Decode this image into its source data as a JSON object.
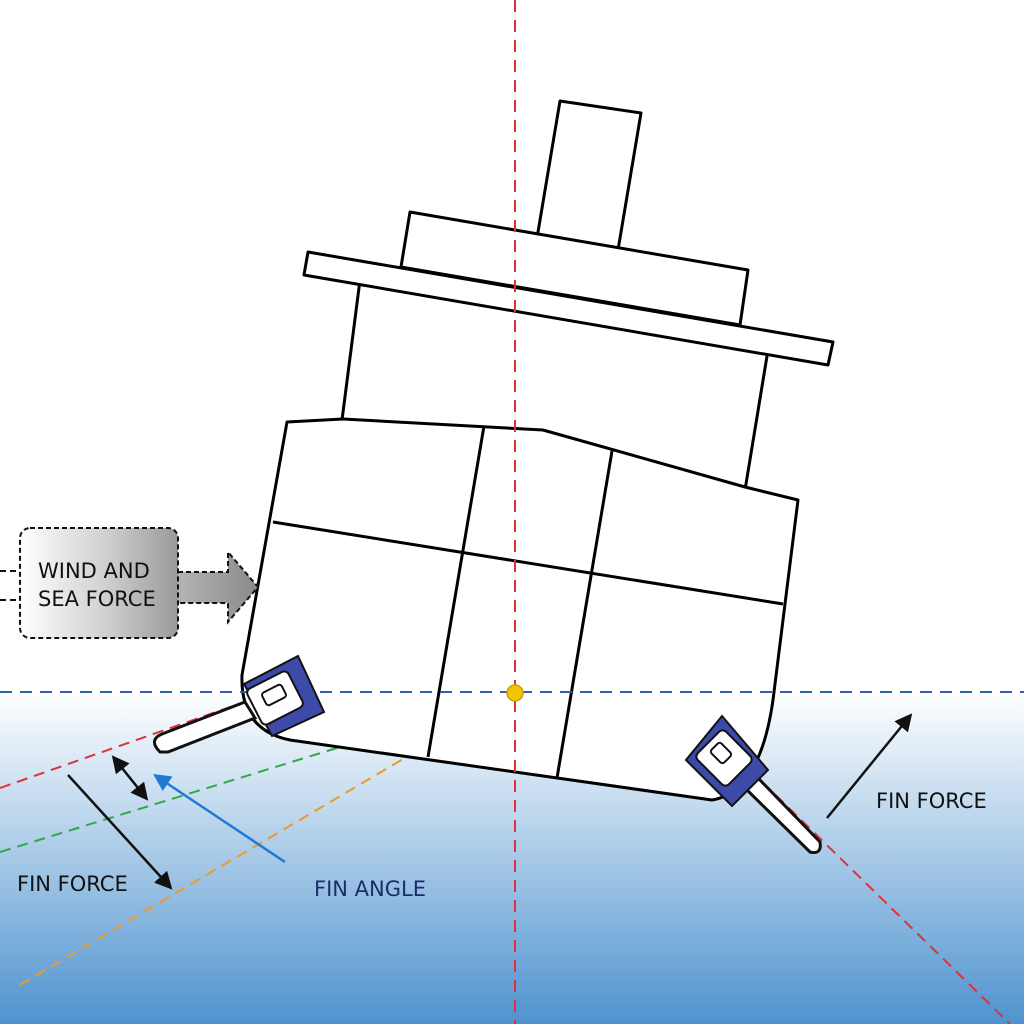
{
  "labels": {
    "wind_line1": "WIND AND",
    "wind_line2": "SEA FORCE",
    "fin_force_left": "FIN FORCE",
    "fin_angle": "FIN ANGLE",
    "fin_force_right": "FIN FORCE"
  },
  "colors": {
    "water_top": "#ffffff",
    "water_bottom": "#4f93cf",
    "waterline": "#2e5fb0",
    "centerline": "#e0303a",
    "green_line": "#2fa84a",
    "orange_line": "#ec9a2a",
    "fin_angle_arrow": "#1f7ad6",
    "fin_box": "#3e4aa8",
    "center_point": "#f2c500",
    "label_text": "#111111",
    "fin_angle_text": "#1a2f6a"
  }
}
